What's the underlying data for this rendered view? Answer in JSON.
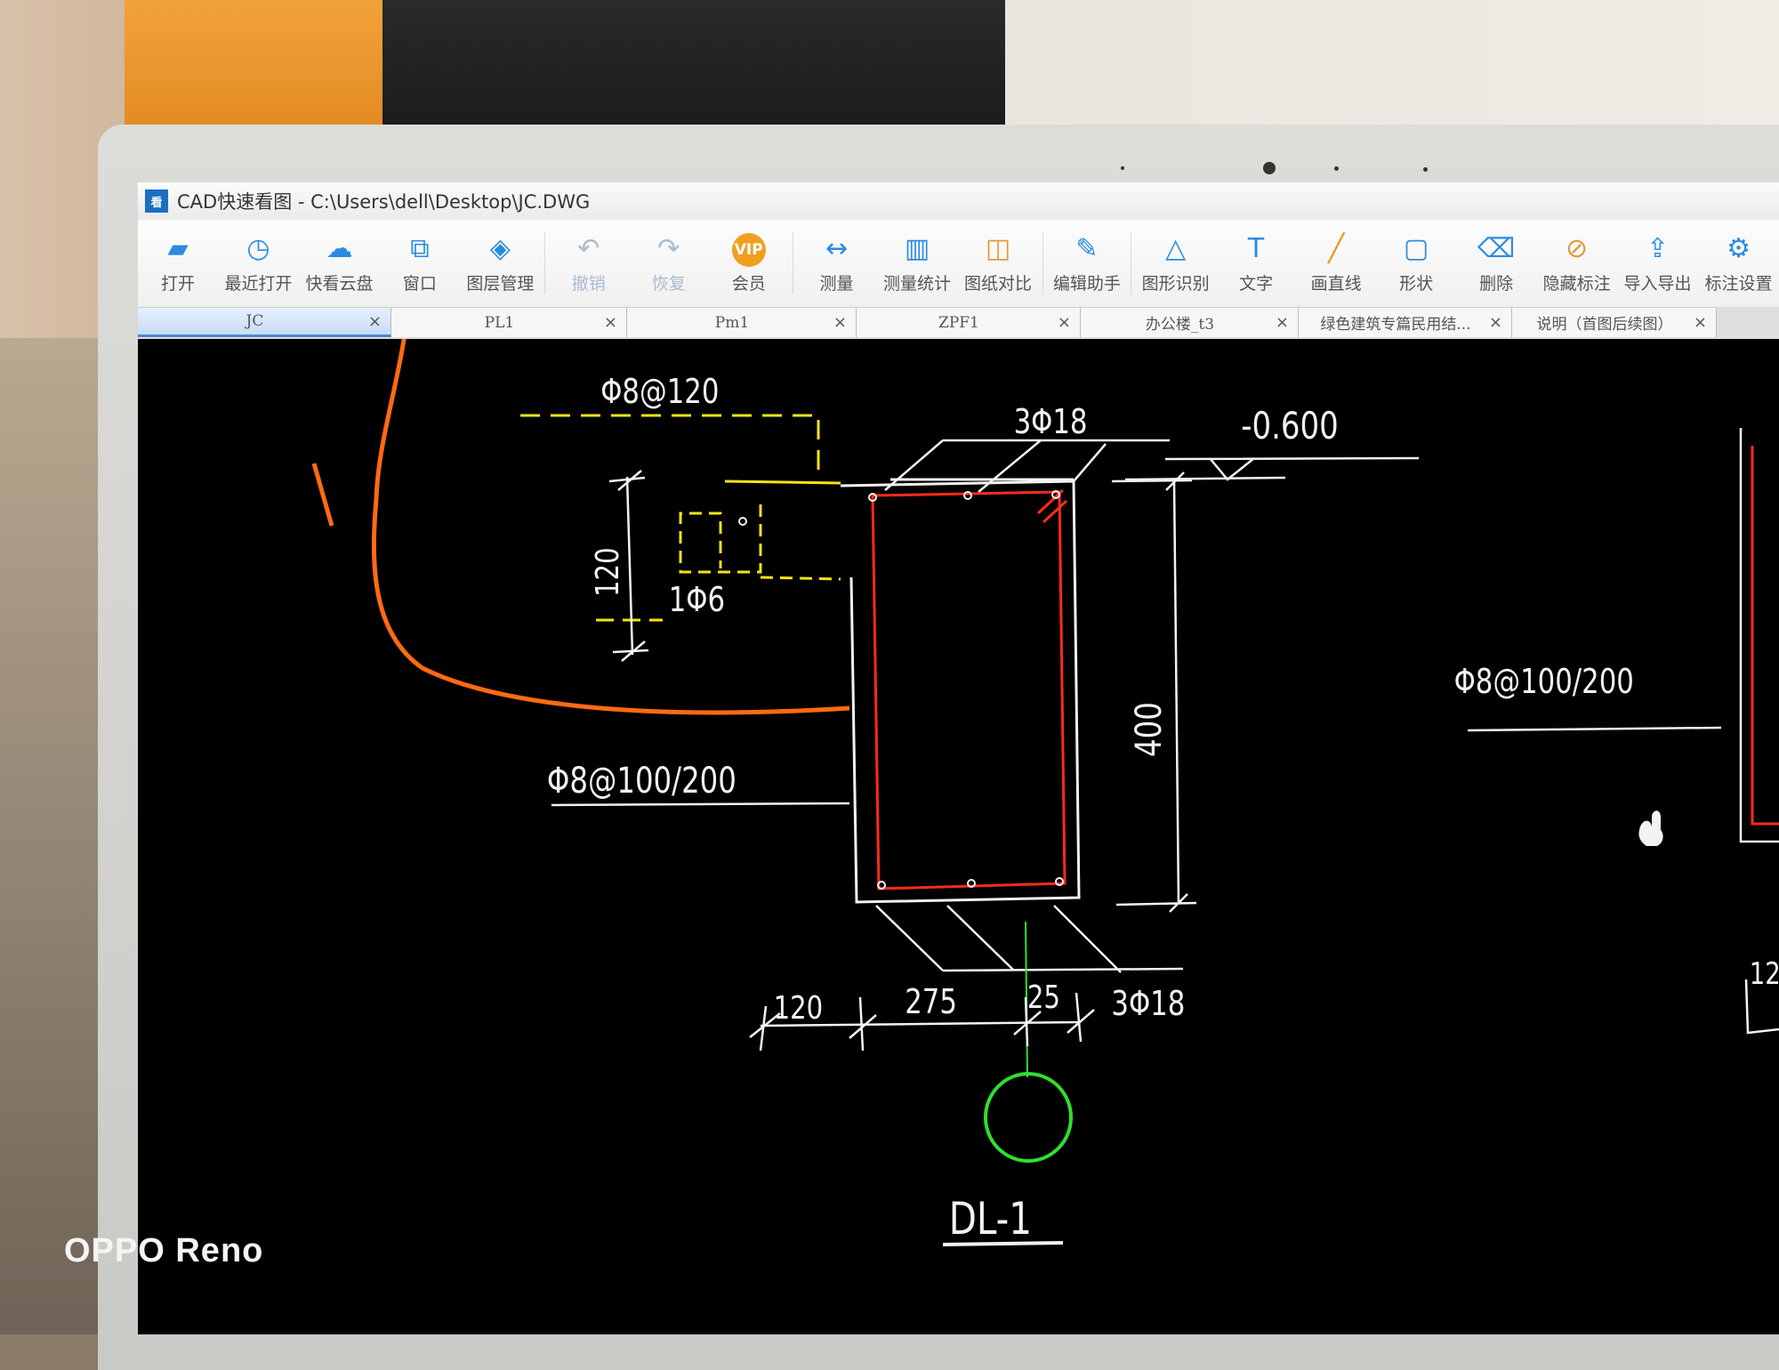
{
  "window": {
    "title": "CAD快速看图 - C:\\Users\\dell\\Desktop\\JC.DWG",
    "app_icon_text": "看"
  },
  "toolbar": {
    "items": [
      {
        "label": "打开",
        "icon": "folder-icon",
        "glyph": "▰"
      },
      {
        "label": "最近打开",
        "icon": "clock-icon",
        "glyph": "◷"
      },
      {
        "label": "快看云盘",
        "icon": "cloud-icon",
        "glyph": "☁"
      },
      {
        "label": "窗口",
        "icon": "window-icon",
        "glyph": "⧉"
      },
      {
        "label": "图层管理",
        "icon": "layers-icon",
        "glyph": "◈"
      },
      {
        "label": "撤销",
        "icon": "undo-icon",
        "glyph": "↶"
      },
      {
        "label": "恢复",
        "icon": "redo-icon",
        "glyph": "↷"
      },
      {
        "label": "会员",
        "icon": "vip-icon",
        "glyph": "VIP"
      },
      {
        "label": "测量",
        "icon": "ruler-icon",
        "glyph": "↔"
      },
      {
        "label": "测量统计",
        "icon": "measure-stats-icon",
        "glyph": "▥"
      },
      {
        "label": "图纸对比",
        "icon": "compare-icon",
        "glyph": "◫"
      },
      {
        "label": "编辑助手",
        "icon": "edit-assistant-icon",
        "glyph": "✎"
      },
      {
        "label": "图形识别",
        "icon": "shape-recognition-icon",
        "glyph": "△"
      },
      {
        "label": "文字",
        "icon": "text-icon",
        "glyph": "T"
      },
      {
        "label": "画直线",
        "icon": "line-icon",
        "glyph": "╱"
      },
      {
        "label": "形状",
        "icon": "shape-icon",
        "glyph": "▢"
      },
      {
        "label": "删除",
        "icon": "eraser-icon",
        "glyph": "⌫"
      },
      {
        "label": "隐藏标注",
        "icon": "hide-annotation-icon",
        "glyph": "⊘"
      },
      {
        "label": "导入导出",
        "icon": "import-export-icon",
        "glyph": "⇪"
      },
      {
        "label": "标注设置",
        "icon": "annotation-settings-icon",
        "glyph": "⚙"
      }
    ]
  },
  "tabs": [
    {
      "label": "JC",
      "active": true
    },
    {
      "label": "PL1"
    },
    {
      "label": "Pm1"
    },
    {
      "label": "ZPF1"
    },
    {
      "label": "办公楼_t3"
    },
    {
      "label": "绿色建筑专篇民用结..."
    },
    {
      "label": "说明（首图后续图）"
    }
  ],
  "tab_close_glyph": "×",
  "drawing": {
    "stirrup_label": "Φ8@120",
    "tie_bar_label": "1Φ6",
    "dim_vertical_small": "120",
    "top_bars_label": "3Φ18",
    "elevation_label": "-0.600",
    "stirrup_main_label": "Φ8@100/200",
    "stirrup_right_label": "Φ8@100/200",
    "dim_height": "400",
    "bottom_bars_label": "3Φ18",
    "dim_1": "120",
    "dim_2": "275",
    "dim_3": "25",
    "beam_name": "DL-1",
    "right_edge_partial": "12"
  },
  "colors": {
    "cad_white": "#f2f2f2",
    "cad_red": "#ff2a1a",
    "cad_yellow": "#f5e31a",
    "cad_green": "#2ee02e",
    "markup_orange": "#ff6a12"
  },
  "watermark": "OPPO Reno"
}
